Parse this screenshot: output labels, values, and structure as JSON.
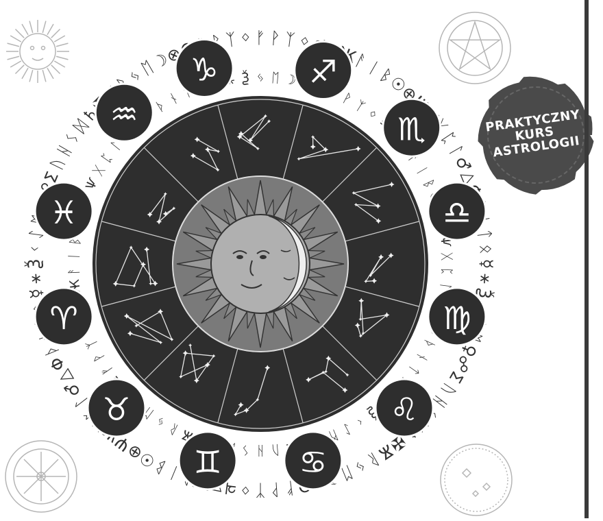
{
  "badge": {
    "line1": "PRAKTYCZNY",
    "line2": "KURS",
    "line3": "ASTROLOGII"
  },
  "colors": {
    "wheel": "#2e2e2e",
    "wheel_lines": "#cfcfcf",
    "center": "#7a7a7a",
    "badge": "#4a4a4a",
    "glyph_ring": "#333333",
    "corner_art": "#b5b5b5",
    "page": "#ffffff"
  },
  "zodiac_signs": [
    {
      "name": "capricorn",
      "glyph": "♑"
    },
    {
      "name": "sagittarius",
      "glyph": "♐"
    },
    {
      "name": "scorpio",
      "glyph": "♏"
    },
    {
      "name": "libra",
      "glyph": "♎"
    },
    {
      "name": "virgo",
      "glyph": "♍"
    },
    {
      "name": "leo",
      "glyph": "♌"
    },
    {
      "name": "cancer",
      "glyph": "♋"
    },
    {
      "name": "gemini",
      "glyph": "♊"
    },
    {
      "name": "taurus",
      "glyph": "♉"
    },
    {
      "name": "aries",
      "glyph": "♈"
    },
    {
      "name": "pisces",
      "glyph": "♓"
    },
    {
      "name": "aquarius",
      "glyph": "♒"
    }
  ],
  "corner_icons": [
    "sun-face-icon",
    "pentagram-seal-icon",
    "sigil-seal-icon",
    "moon-map-icon"
  ],
  "center_icon": "sun-moon-face-icon"
}
